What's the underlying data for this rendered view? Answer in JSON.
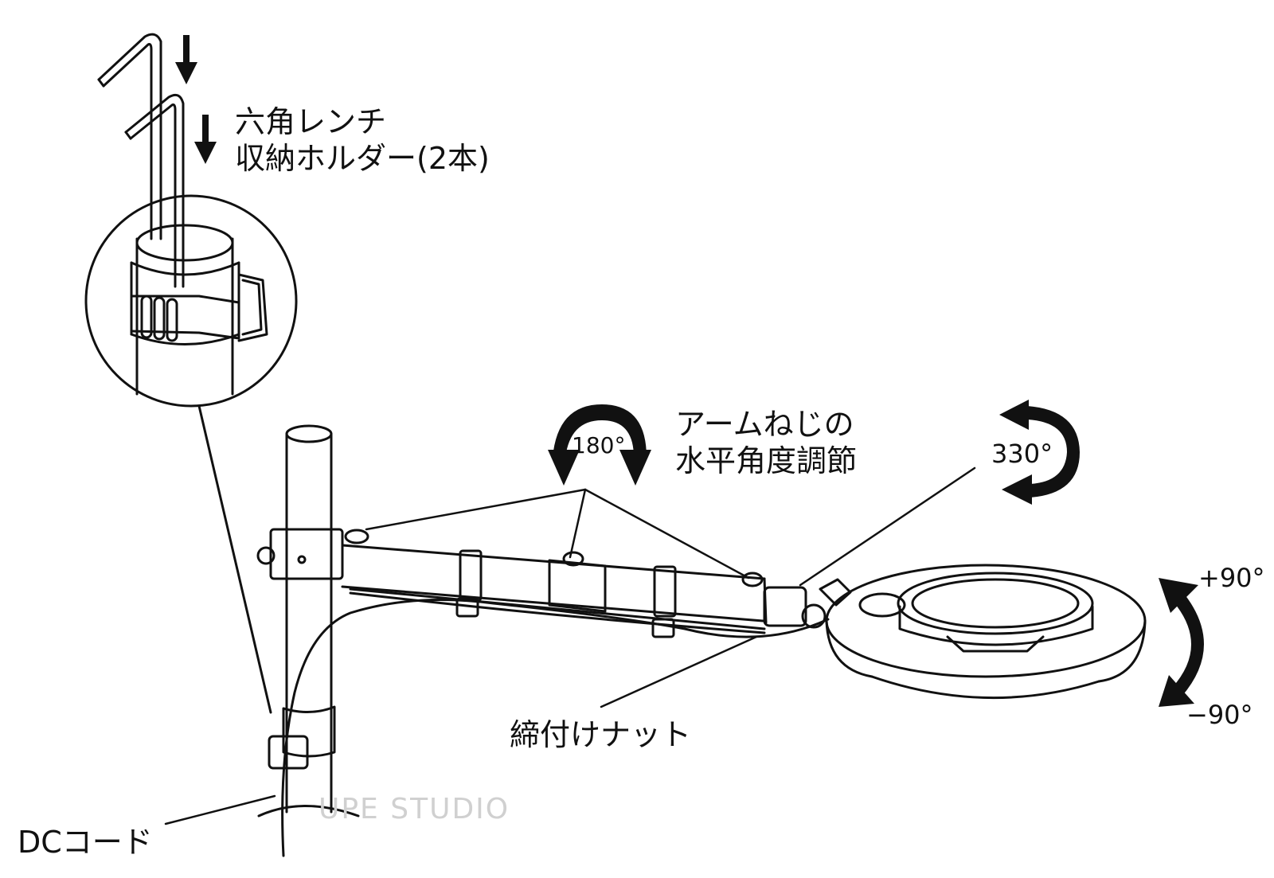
{
  "labels": {
    "hex_wrench_line1": "六角レンチ",
    "hex_wrench_line2": "収納ホルダー(2本)",
    "arm_screw_line1": "アームねじの",
    "arm_screw_line2": "水平角度調節",
    "tightening_nut": "締付けナット",
    "dc_cord": "DCコード"
  },
  "angles": {
    "arm_rotation": "180°",
    "head_rotation": "330°",
    "tilt_up": "+90°",
    "tilt_down": "−90°"
  },
  "watermark": "UPE STUDIO"
}
